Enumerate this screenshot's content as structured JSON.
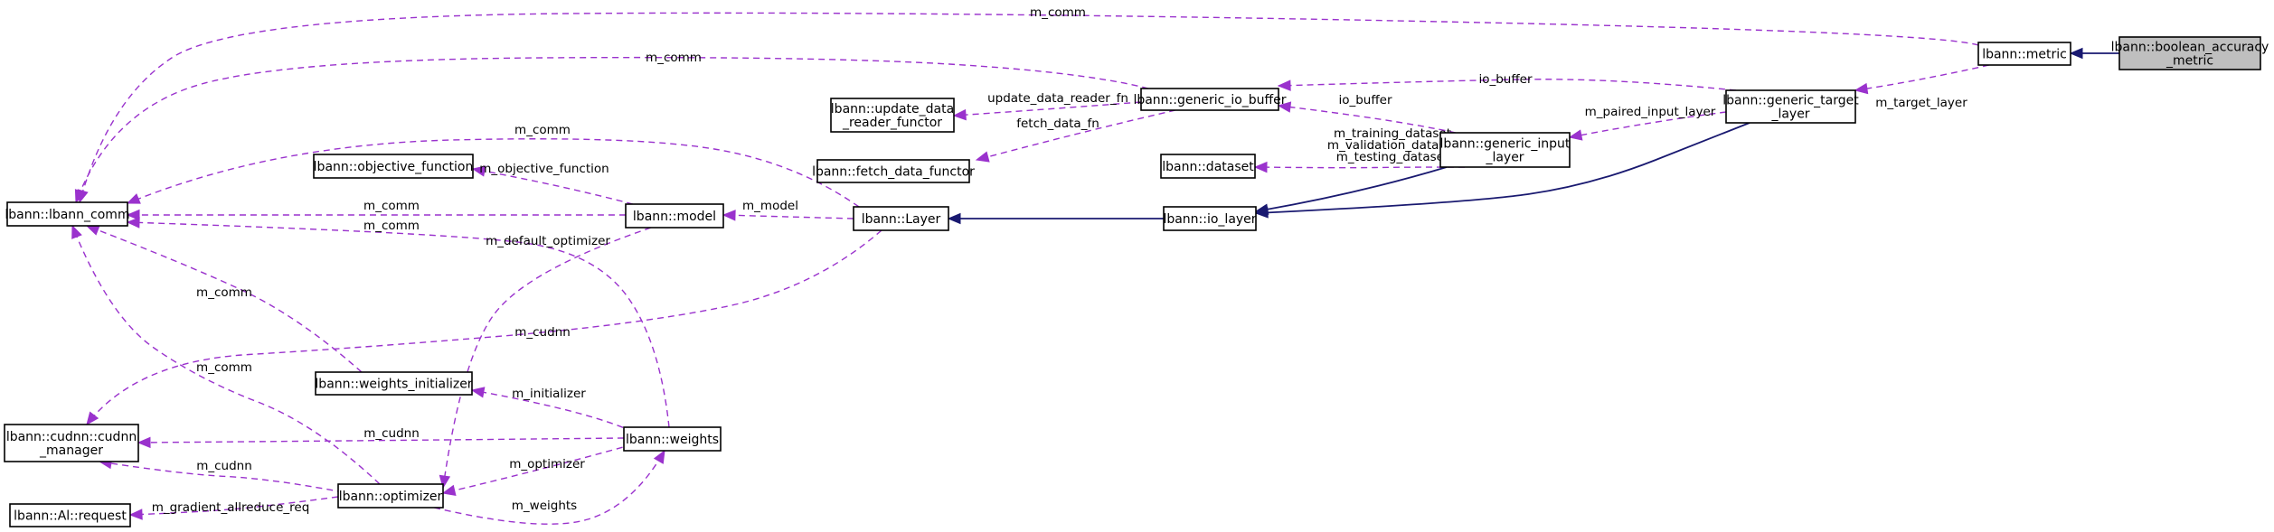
{
  "nodes": [
    {
      "id": "boolean_accuracy_metric",
      "lines": [
        "lbann::boolean_accuracy",
        "_metric"
      ],
      "focus": true
    },
    {
      "id": "metric",
      "lines": [
        "lbann::metric"
      ]
    },
    {
      "id": "generic_target_layer",
      "lines": [
        "lbann::generic_target",
        "_layer"
      ]
    },
    {
      "id": "generic_io_buffer",
      "lines": [
        "lbann::generic_io_buffer"
      ]
    },
    {
      "id": "generic_input_layer",
      "lines": [
        "lbann::generic_input",
        "_layer"
      ]
    },
    {
      "id": "update_data_reader_functor",
      "lines": [
        "lbann::update_data",
        "_reader_functor"
      ]
    },
    {
      "id": "fetch_data_functor",
      "lines": [
        "lbann::fetch_data_functor"
      ]
    },
    {
      "id": "dataset",
      "lines": [
        "lbann::dataset"
      ]
    },
    {
      "id": "io_layer",
      "lines": [
        "lbann::io_layer"
      ]
    },
    {
      "id": "layer",
      "lines": [
        "lbann::Layer"
      ]
    },
    {
      "id": "model",
      "lines": [
        "lbann::model"
      ]
    },
    {
      "id": "objective_function",
      "lines": [
        "lbann::objective_function"
      ]
    },
    {
      "id": "lbann_comm",
      "lines": [
        "lbann::lbann_comm"
      ]
    },
    {
      "id": "weights_initializer",
      "lines": [
        "lbann::weights_initializer"
      ]
    },
    {
      "id": "weights",
      "lines": [
        "lbann::weights"
      ]
    },
    {
      "id": "cudnn_manager",
      "lines": [
        "lbann::cudnn::cudnn",
        "_manager"
      ]
    },
    {
      "id": "optimizer",
      "lines": [
        "lbann::optimizer"
      ]
    },
    {
      "id": "al_request",
      "lines": [
        "lbann::Al::request"
      ]
    }
  ],
  "edges": [
    {
      "id": "e-bam-metric",
      "from": "boolean_accuracy_metric",
      "to": "metric",
      "kind": "inherit",
      "label": ""
    },
    {
      "id": "e-metric-comm",
      "from": "metric",
      "to": "lbann_comm",
      "kind": "usage",
      "label": "m_comm"
    },
    {
      "id": "e-metric-target",
      "from": "metric",
      "to": "generic_target_layer",
      "kind": "usage",
      "label": "m_target_layer"
    },
    {
      "id": "e-target-iobuf",
      "from": "generic_target_layer",
      "to": "generic_io_buffer",
      "kind": "usage",
      "label": "io_buffer"
    },
    {
      "id": "e-target-input",
      "from": "generic_target_layer",
      "to": "generic_input_layer",
      "kind": "usage",
      "label": "m_paired_input_layer"
    },
    {
      "id": "e-target-iolayer",
      "from": "generic_target_layer",
      "to": "io_layer",
      "kind": "inherit",
      "label": ""
    },
    {
      "id": "e-iobuf-comm",
      "from": "generic_io_buffer",
      "to": "lbann_comm",
      "kind": "usage",
      "label": "m_comm"
    },
    {
      "id": "e-iobuf-update",
      "from": "generic_io_buffer",
      "to": "update_data_reader_functor",
      "kind": "usage",
      "label": "update_data_reader_fn"
    },
    {
      "id": "e-iobuf-fetch",
      "from": "generic_io_buffer",
      "to": "fetch_data_functor",
      "kind": "usage",
      "label": "fetch_data_fn"
    },
    {
      "id": "e-input-iobuf",
      "from": "generic_input_layer",
      "to": "generic_io_buffer",
      "kind": "usage",
      "label": "io_buffer"
    },
    {
      "id": "e-input-dataset",
      "from": "generic_input_layer",
      "to": "dataset",
      "kind": "usage",
      "label": "m_training_dataset\nm_validation_dataset\nm_testing_dataset"
    },
    {
      "id": "e-input-iolayer",
      "from": "generic_input_layer",
      "to": "io_layer",
      "kind": "inherit",
      "label": ""
    },
    {
      "id": "e-iolayer-layer",
      "from": "io_layer",
      "to": "layer",
      "kind": "inherit",
      "label": ""
    },
    {
      "id": "e-layer-comm",
      "from": "layer",
      "to": "lbann_comm",
      "kind": "usage",
      "label": "m_comm"
    },
    {
      "id": "e-layer-model",
      "from": "layer",
      "to": "model",
      "kind": "usage",
      "label": "m_model"
    },
    {
      "id": "e-layer-cudnn",
      "from": "layer",
      "to": "cudnn_manager",
      "kind": "usage",
      "label": "m_cudnn"
    },
    {
      "id": "e-model-objective",
      "from": "model",
      "to": "objective_function",
      "kind": "usage",
      "label": "m_objective_function"
    },
    {
      "id": "e-model-comm",
      "from": "model",
      "to": "lbann_comm",
      "kind": "usage",
      "label": "m_comm"
    },
    {
      "id": "e-model-optimizer",
      "from": "model",
      "to": "optimizer",
      "kind": "usage",
      "label": "m_default_optimizer"
    },
    {
      "id": "e-weights-comm",
      "from": "weights",
      "to": "lbann_comm",
      "kind": "usage",
      "label": "m_comm"
    },
    {
      "id": "e-winit-comm",
      "from": "weights_initializer",
      "to": "lbann_comm",
      "kind": "usage",
      "label": "m_comm"
    },
    {
      "id": "e-weights-winit",
      "from": "weights",
      "to": "weights_initializer",
      "kind": "usage",
      "label": "m_initializer"
    },
    {
      "id": "e-weights-cudnn",
      "from": "weights",
      "to": "cudnn_manager",
      "kind": "usage",
      "label": "m_cudnn"
    },
    {
      "id": "e-weights-optimizer",
      "from": "weights",
      "to": "optimizer",
      "kind": "usage",
      "label": "m_optimizer"
    },
    {
      "id": "e-optimizer-weights",
      "from": "optimizer",
      "to": "weights",
      "kind": "usage",
      "label": "m_weights"
    },
    {
      "id": "e-optimizer-comm",
      "from": "optimizer",
      "to": "lbann_comm",
      "kind": "usage",
      "label": "m_comm"
    },
    {
      "id": "e-optimizer-cudnn",
      "from": "optimizer",
      "to": "cudnn_manager",
      "kind": "usage",
      "label": "m_cudnn"
    },
    {
      "id": "e-optimizer-request",
      "from": "optimizer",
      "to": "al_request",
      "kind": "usage",
      "label": "m_gradient_allreduce_req"
    }
  ]
}
